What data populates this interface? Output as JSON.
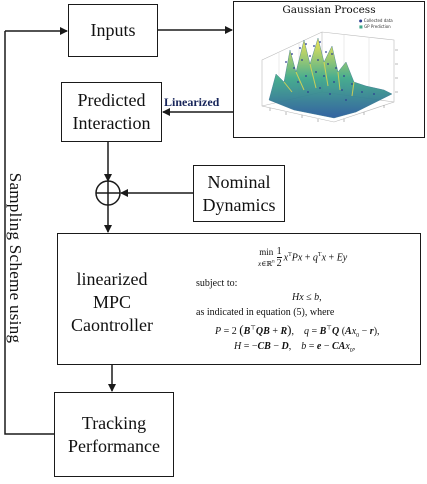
{
  "nodes": {
    "inputs": "Inputs",
    "predicted_line1": "Predicted",
    "predicted_line2": "Interaction",
    "nominal_line1": "Nominal",
    "nominal_line2": "Dynamics",
    "mpc_line1": "linearized",
    "mpc_line2": "MPC",
    "mpc_line3": "Caontroller",
    "tracking_line1": "Tracking",
    "tracking_line2": "Performance"
  },
  "edge_labels": {
    "linearized": "Linearized",
    "loop": "Sampling  Scheme  using"
  },
  "gaussian_process": {
    "title": "Gaussian  Process",
    "legend": [
      "Collected data",
      "GP Prediction"
    ]
  },
  "equations": {
    "subject_to": "subject to:",
    "as_indicated": "as indicated in equation (5), where"
  },
  "colors": {
    "edge": "#1a1a1a",
    "linearized_label": "#17255a",
    "gp_surface_high": "#f3e54b",
    "gp_surface_mid": "#3fa98a",
    "gp_surface_low": "#2a5b9c",
    "gp_points": "#2b3d91"
  }
}
